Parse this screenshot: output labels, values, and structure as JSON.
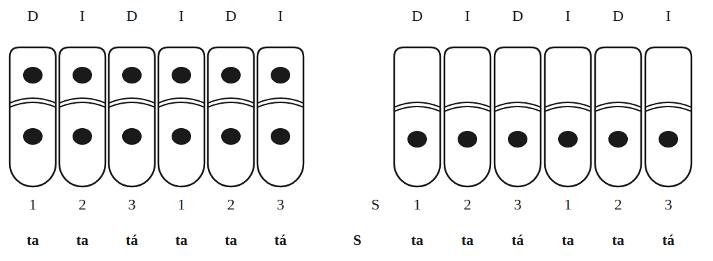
{
  "diagram": {
    "labels": [
      "D",
      "I",
      "D",
      "I",
      "D",
      "I",
      "D",
      "I",
      "D",
      "I",
      "D",
      "I",
      "1",
      "2",
      "3",
      "1",
      "2",
      "3",
      "S",
      "1",
      "2",
      "3",
      "1",
      "2",
      "3",
      "ta",
      "ta",
      "tá",
      "ta",
      "ta",
      "tá",
      "S",
      "ta",
      "ta",
      "tá",
      "ta",
      "ta",
      "tá"
    ]
  }
}
